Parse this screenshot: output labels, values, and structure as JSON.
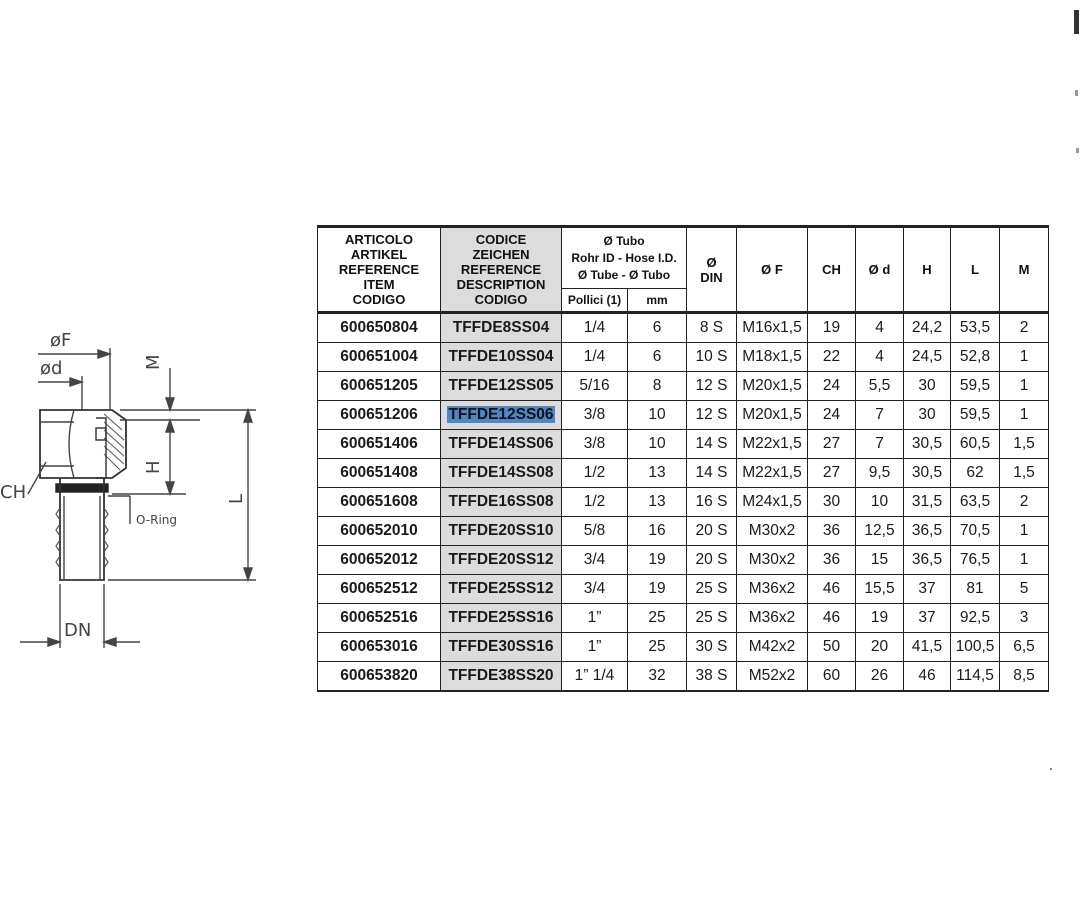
{
  "drawing": {
    "labels": {
      "f": "øF",
      "d": "ød",
      "m": "M",
      "h": "H",
      "l": "L",
      "ch": "CH",
      "dn": "DN",
      "oring": "O-Ring"
    }
  },
  "table": {
    "headers": {
      "articolo": "ARTICOLO\nARTIKEL\nREFERENCE\nITEM\nCODIGO",
      "codice": "CODICE\nZEICHEN\nREFERENCE\nDESCRIPTION\nCODIGO",
      "tubo": "Ø Tubo\nRohr ID - Hose I.D.\nØ Tube - Ø Tubo",
      "pollici": "Pollici (1)",
      "mm": "mm",
      "din": "Ø\nDIN",
      "f": "Ø F",
      "ch": "CH",
      "d": "Ø d",
      "h": "H",
      "l": "L",
      "m": "M"
    },
    "selected_code": "TFFDE12SS06",
    "rows": [
      {
        "articolo": "600650804",
        "codice": "TFFDE8SS04",
        "pollici": "1/4",
        "mm": "6",
        "din": "8 S",
        "f": "M16x1,5",
        "ch": "19",
        "d": "4",
        "h": "24,2",
        "l": "53,5",
        "m": "2"
      },
      {
        "articolo": "600651004",
        "codice": "TFFDE10SS04",
        "pollici": "1/4",
        "mm": "6",
        "din": "10 S",
        "f": "M18x1,5",
        "ch": "22",
        "d": "4",
        "h": "24,5",
        "l": "52,8",
        "m": "1"
      },
      {
        "articolo": "600651205",
        "codice": "TFFDE12SS05",
        "pollici": "5/16",
        "mm": "8",
        "din": "12 S",
        "f": "M20x1,5",
        "ch": "24",
        "d": "5,5",
        "h": "30",
        "l": "59,5",
        "m": "1"
      },
      {
        "articolo": "600651206",
        "codice": "TFFDE12SS06",
        "pollici": "3/8",
        "mm": "10",
        "din": "12 S",
        "f": "M20x1,5",
        "ch": "24",
        "d": "7",
        "h": "30",
        "l": "59,5",
        "m": "1"
      },
      {
        "articolo": "600651406",
        "codice": "TFFDE14SS06",
        "pollici": "3/8",
        "mm": "10",
        "din": "14 S",
        "f": "M22x1,5",
        "ch": "27",
        "d": "7",
        "h": "30,5",
        "l": "60,5",
        "m": "1,5"
      },
      {
        "articolo": "600651408",
        "codice": "TFFDE14SS08",
        "pollici": "1/2",
        "mm": "13",
        "din": "14 S",
        "f": "M22x1,5",
        "ch": "27",
        "d": "9,5",
        "h": "30,5",
        "l": "62",
        "m": "1,5"
      },
      {
        "articolo": "600651608",
        "codice": "TFFDE16SS08",
        "pollici": "1/2",
        "mm": "13",
        "din": "16 S",
        "f": "M24x1,5",
        "ch": "30",
        "d": "10",
        "h": "31,5",
        "l": "63,5",
        "m": "2"
      },
      {
        "articolo": "600652010",
        "codice": "TFFDE20SS10",
        "pollici": "5/8",
        "mm": "16",
        "din": "20 S",
        "f": "M30x2",
        "ch": "36",
        "d": "12,5",
        "h": "36,5",
        "l": "70,5",
        "m": "1"
      },
      {
        "articolo": "600652012",
        "codice": "TFFDE20SS12",
        "pollici": "3/4",
        "mm": "19",
        "din": "20 S",
        "f": "M30x2",
        "ch": "36",
        "d": "15",
        "h": "36,5",
        "l": "76,5",
        "m": "1"
      },
      {
        "articolo": "600652512",
        "codice": "TFFDE25SS12",
        "pollici": "3/4",
        "mm": "19",
        "din": "25 S",
        "f": "M36x2",
        "ch": "46",
        "d": "15,5",
        "h": "37",
        "l": "81",
        "m": "5"
      },
      {
        "articolo": "600652516",
        "codice": "TFFDE25SS16",
        "pollici": "1”",
        "mm": "25",
        "din": "25 S",
        "f": "M36x2",
        "ch": "46",
        "d": "19",
        "h": "37",
        "l": "92,5",
        "m": "3"
      },
      {
        "articolo": "600653016",
        "codice": "TFFDE30SS16",
        "pollici": "1”",
        "mm": "25",
        "din": "30 S",
        "f": "M42x2",
        "ch": "50",
        "d": "20",
        "h": "41,5",
        "l": "100,5",
        "m": "6,5"
      },
      {
        "articolo": "600653820",
        "codice": "TFFDE38SS20",
        "pollici": "1” 1/4",
        "mm": "32",
        "din": "38 S",
        "f": "M52x2",
        "ch": "60",
        "d": "26",
        "h": "46",
        "l": "114,5",
        "m": "8,5"
      }
    ]
  }
}
